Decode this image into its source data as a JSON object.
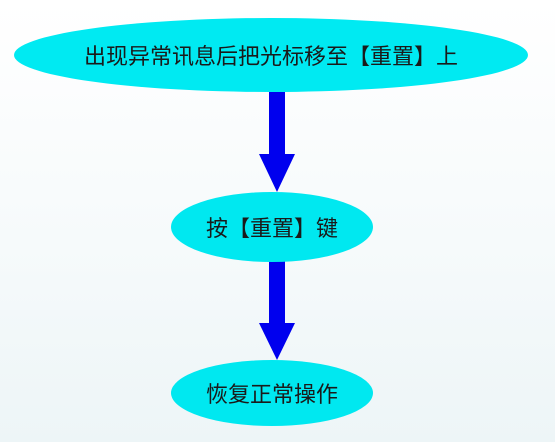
{
  "flowchart": {
    "steps": [
      {
        "label": "出现异常讯息后把光标移至【重置】上"
      },
      {
        "label": "按【重置】键"
      },
      {
        "label": "恢复正常操作"
      }
    ]
  },
  "colors": {
    "node_fill": "#00eaf2",
    "arrow": "#0000ee",
    "text": "#1a1a1a"
  }
}
